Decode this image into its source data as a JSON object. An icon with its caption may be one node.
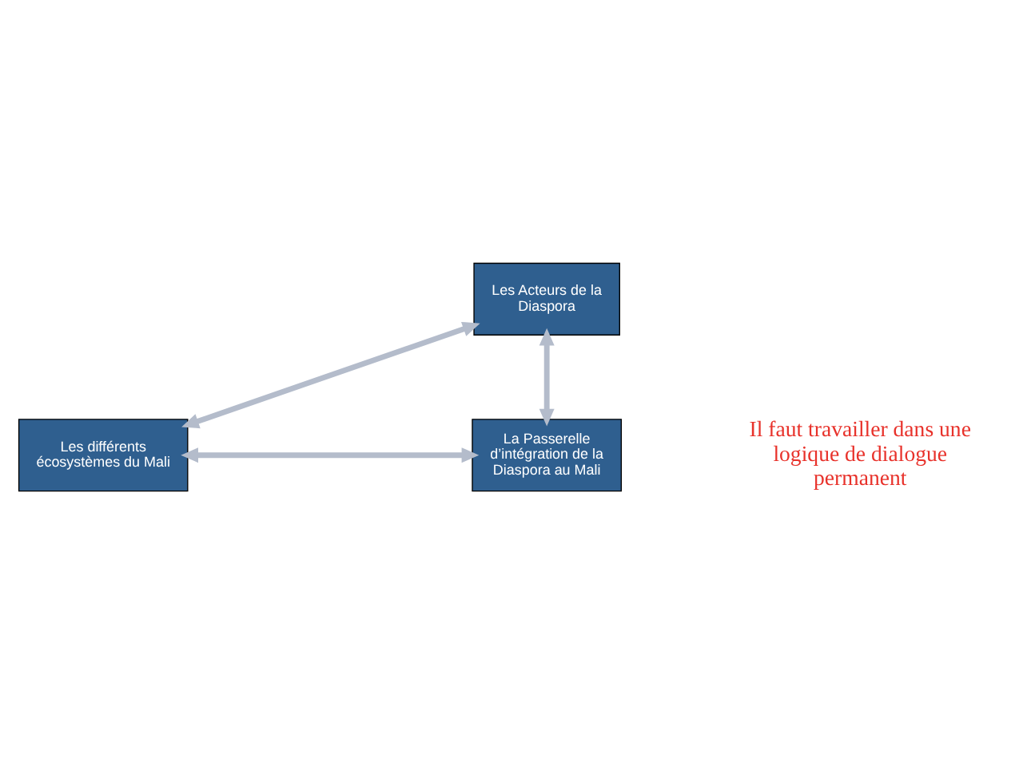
{
  "diagram": {
    "nodes": [
      {
        "text": [
          "Les Acteurs de la Diaspora"
        ]
      },
      {
        "text": [
          "Les différents écosystèmes du Mali"
        ]
      },
      {
        "text": [
          "La Passerelle d’intégration de la Diaspora au Mali"
        ]
      }
    ],
    "edges": [
      {
        "from": 0,
        "to": 1,
        "arrow": "both"
      },
      {
        "from": 0,
        "to": 2,
        "arrow": "both"
      },
      {
        "from": 1,
        "to": 2,
        "arrow": "both"
      }
    ],
    "labels": [
      "Il faut travailler dans une logique de dialogue permanent"
    ]
  }
}
